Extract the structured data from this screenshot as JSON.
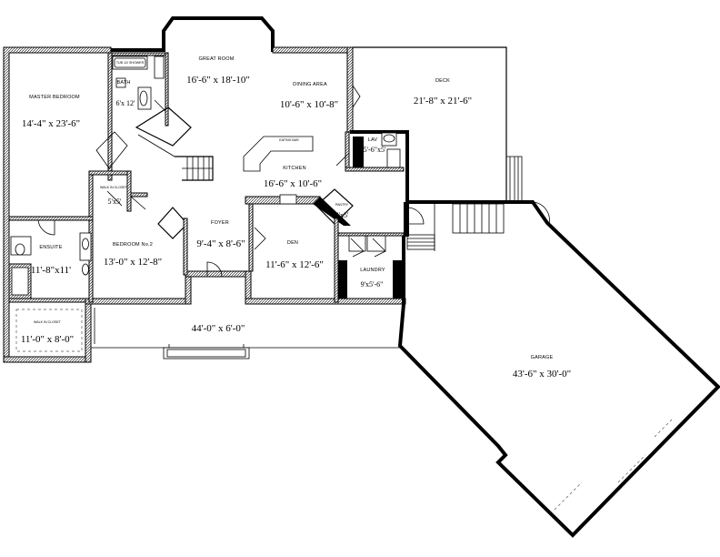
{
  "rooms": {
    "master_bedroom": {
      "name": "MASTER BEDROOM",
      "dim": "14'-4\" x 23'-6\""
    },
    "bath": {
      "name": "BATH",
      "dim": "6'x 12'"
    },
    "tub_shower": {
      "name": "TUB 1/2 SHOWER"
    },
    "great_room": {
      "name": "GREAT ROOM",
      "dim": "16'-6\" x 18'-10\""
    },
    "dining_area": {
      "name": "DINING AREA",
      "dim": "10'-6\" x 10'-8\""
    },
    "deck": {
      "name": "DECK",
      "dim": "21'-8\" x 21'-6\""
    },
    "lav": {
      "name": "LAV",
      "dim": "5'-6\"x5'"
    },
    "kitchen": {
      "name": "KITCHEN",
      "dim": "16'-6\" x 10'-6\""
    },
    "pantry": {
      "name": "PANTRY",
      "dim": "4'x5'"
    },
    "walk_in_closet_small": {
      "name": "WALK IN CLOSET",
      "dim": "5'x5'"
    },
    "bedroom2": {
      "name": "BEDROOM No.2",
      "dim": "13'-0\" x 12'-8\""
    },
    "foyer": {
      "name": "FOYER",
      "dim": "9'-4\" x 8'-6\""
    },
    "den": {
      "name": "DEN",
      "dim": "11'-6\" x 12'-6\""
    },
    "laundry": {
      "name": "LAUNDRY",
      "dim": "9'x5'-6\""
    },
    "ensuite": {
      "name": "ENSUITE",
      "dim": "11'-8\"x11'"
    },
    "walk_in_closet": {
      "name": "WALK IN CLOSET",
      "dim": "11'-0\" x 8'-0\""
    },
    "porch": {
      "dim": "44'-0\" x 6'-0\""
    },
    "garage": {
      "name": "GARAGE",
      "dim": "43'-6\" x 30'-0\""
    }
  },
  "labels": {
    "snack_bar": "EATING BAR"
  }
}
